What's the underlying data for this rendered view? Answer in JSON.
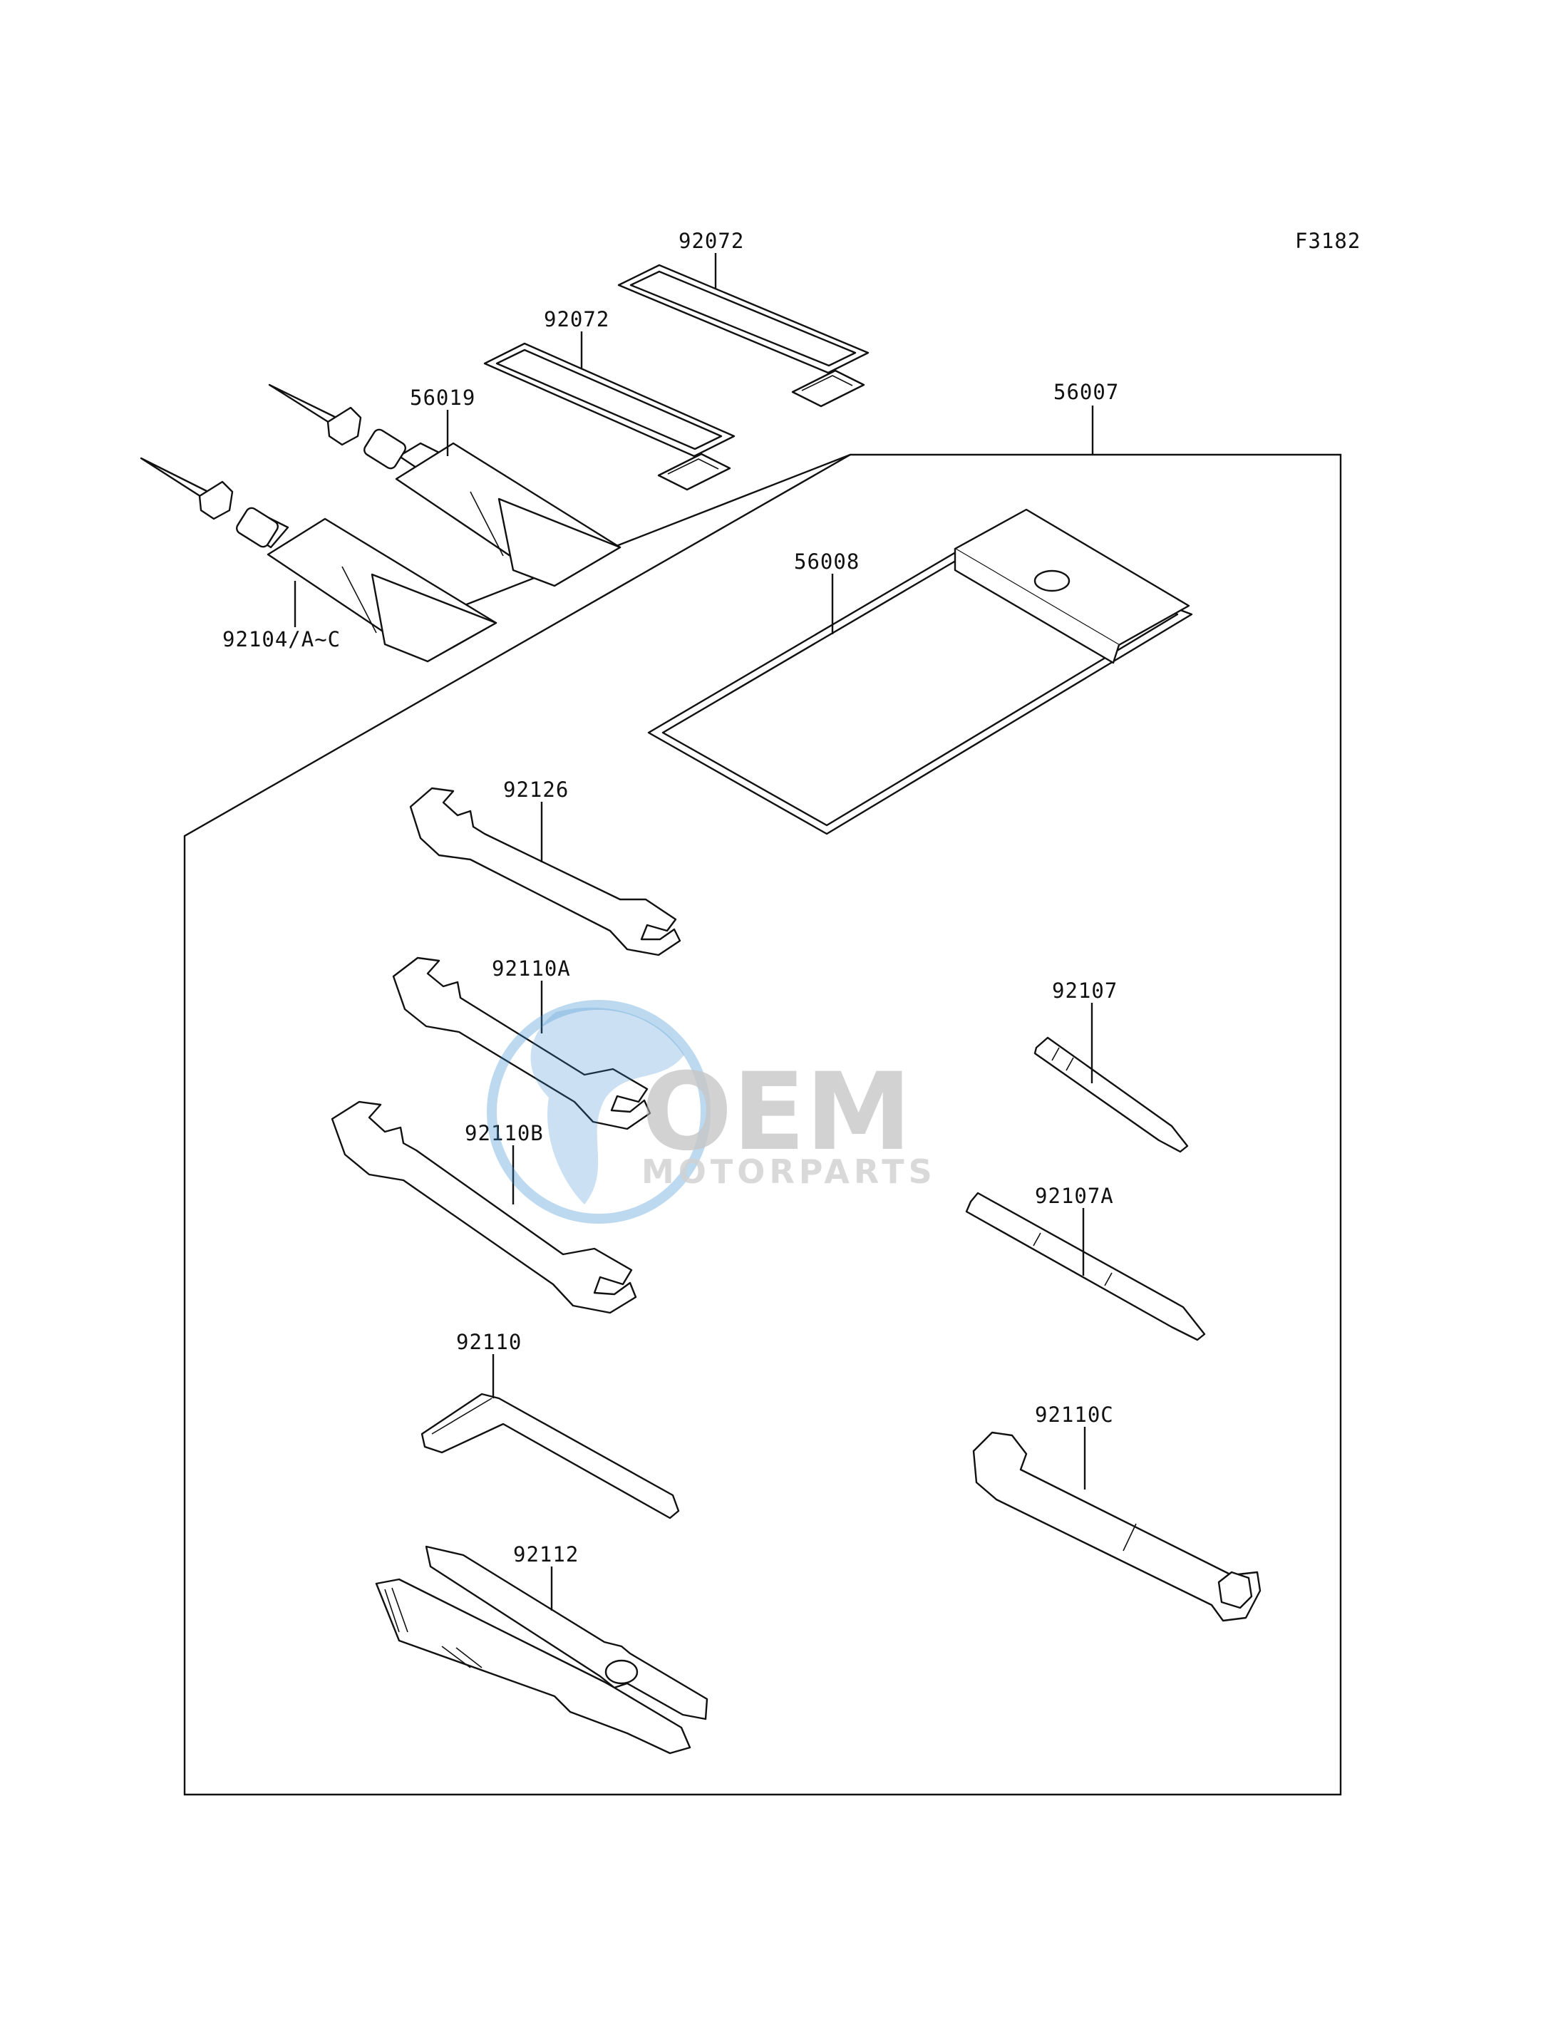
{
  "figure_code": "F3182",
  "parts": [
    {
      "id": "p-92072-top",
      "label": "92072",
      "name": "strap"
    },
    {
      "id": "p-92072-mid",
      "label": "92072",
      "name": "strap"
    },
    {
      "id": "p-56019",
      "label": "56019",
      "name": "grease-tube"
    },
    {
      "id": "p-92104",
      "label": "92104/A~C",
      "name": "grease-tube"
    },
    {
      "id": "p-56007",
      "label": "56007",
      "name": "tool-kit"
    },
    {
      "id": "p-56008",
      "label": "56008",
      "name": "tool-bag"
    },
    {
      "id": "p-92126",
      "label": "92126",
      "name": "open-end-wrench"
    },
    {
      "id": "p-92110A",
      "label": "92110A",
      "name": "open-end-wrench"
    },
    {
      "id": "p-92110B",
      "label": "92110B",
      "name": "open-end-wrench"
    },
    {
      "id": "p-92110",
      "label": "92110",
      "name": "hex-key"
    },
    {
      "id": "p-92112",
      "label": "92112",
      "name": "pliers"
    },
    {
      "id": "p-92107",
      "label": "92107",
      "name": "screwdriver-bit"
    },
    {
      "id": "p-92107A",
      "label": "92107A",
      "name": "screwdriver-bit"
    },
    {
      "id": "p-92110C",
      "label": "92110C",
      "name": "spark-plug-wrench"
    }
  ],
  "watermark": {
    "brand_short": "OEM",
    "brand_sub": "MOTORPARTS"
  },
  "colors": {
    "line": "#111111",
    "watermark_blue": "#3a8fd0",
    "watermark_gray": "#b4b4b4"
  }
}
